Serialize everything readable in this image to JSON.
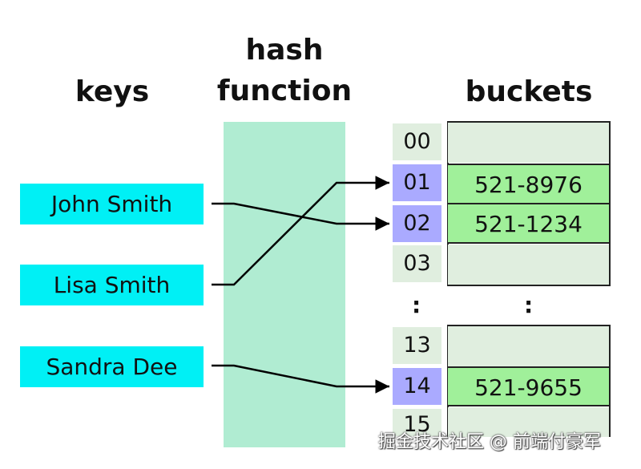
{
  "headings": {
    "keys": "keys",
    "hash_line1": "hash",
    "hash_line2": "function",
    "buckets": "buckets"
  },
  "keys": [
    {
      "label": "John Smith",
      "maps_to": "02"
    },
    {
      "label": "Lisa Smith",
      "maps_to": "01"
    },
    {
      "label": "Sandra Dee",
      "maps_to": "14"
    }
  ],
  "buckets": [
    {
      "index": "00",
      "value": "",
      "used": false
    },
    {
      "index": "01",
      "value": "521-8976",
      "used": true
    },
    {
      "index": "02",
      "value": "521-1234",
      "used": true
    },
    {
      "index": "03",
      "value": "",
      "used": false
    },
    {
      "index": "13",
      "value": "",
      "used": false
    },
    {
      "index": "14",
      "value": "521-9655",
      "used": true
    },
    {
      "index": "15",
      "value": "",
      "used": false
    }
  ],
  "ellipsis": ":",
  "watermark": "掘金技术社区 @ 前端付豪军",
  "colors": {
    "key_box": "#00f0f5",
    "hash_panel": "#b0ecd2",
    "index_used": "#aaaaff",
    "index_empty": "#e0eedf",
    "bucket_filled": "#a0f09a",
    "bucket_empty": "#e0eedf"
  }
}
